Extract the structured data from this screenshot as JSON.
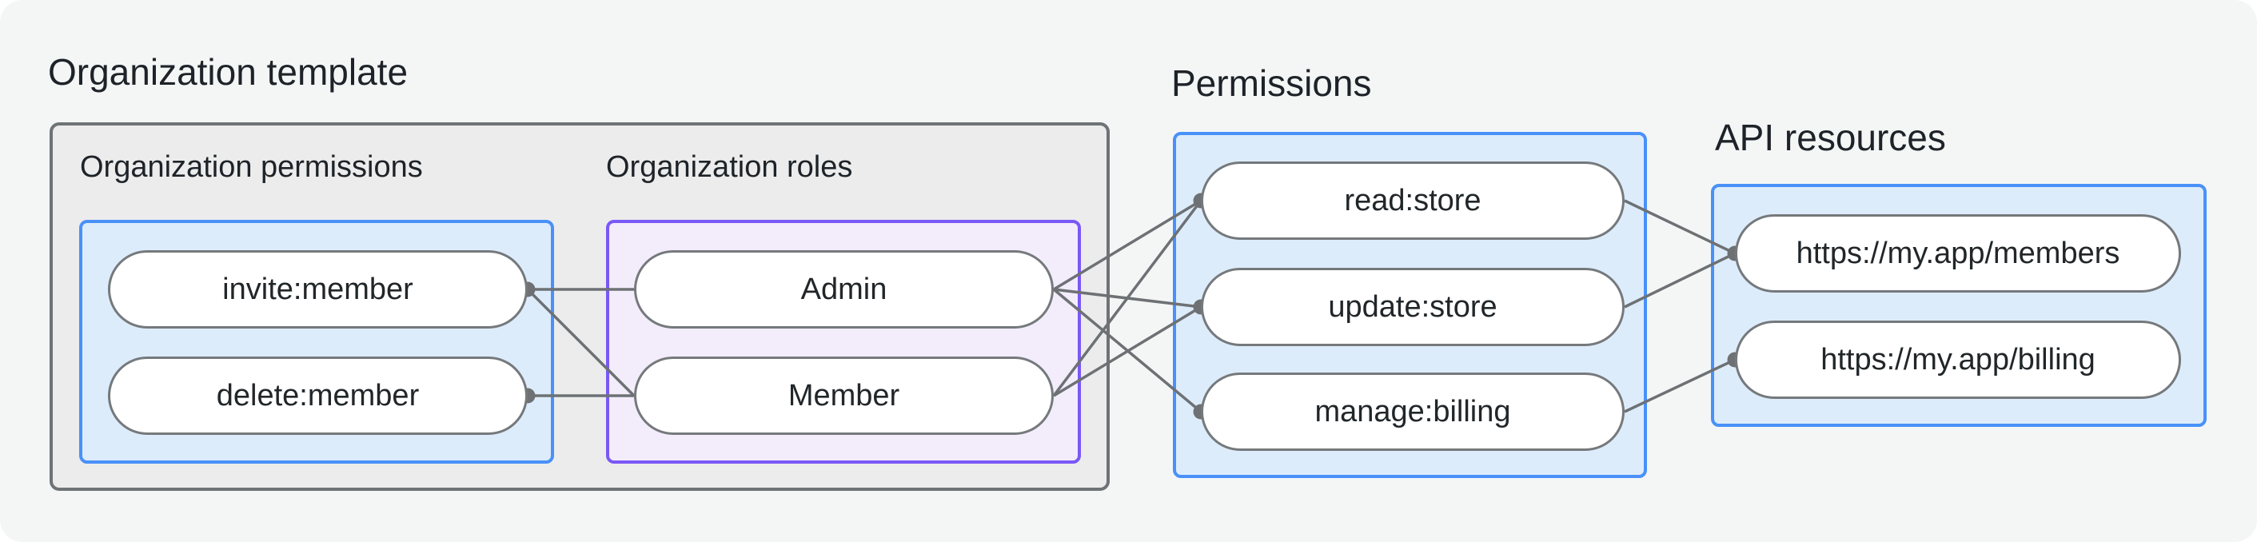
{
  "title": "Organization template",
  "sections": {
    "organization_template": {
      "heading_permissions": "Organization permissions",
      "heading_roles": "Organization roles"
    },
    "permissions_heading": "Permissions",
    "api_resources_heading": "API resources"
  },
  "nodes": {
    "invite_member": {
      "label": "invite:member"
    },
    "delete_member": {
      "label": "delete:member"
    },
    "admin": {
      "label": "Admin"
    },
    "member": {
      "label": "Member"
    },
    "read_store": {
      "label": "read:store"
    },
    "update_store": {
      "label": "update:store"
    },
    "manage_billing": {
      "label": "manage:billing"
    },
    "api_members": {
      "label": "https://my.app/members"
    },
    "api_billing": {
      "label": "https://my.app/billing"
    }
  },
  "diagram": {
    "edges": [
      {
        "from": "invite_member",
        "from_side": "right",
        "to": "admin",
        "to_side": "left"
      },
      {
        "from": "invite_member",
        "from_side": "right",
        "to": "member",
        "to_side": "left"
      },
      {
        "from": "delete_member",
        "from_side": "right",
        "to": "member",
        "to_side": "left"
      },
      {
        "from": "admin",
        "from_side": "right",
        "to": "read_store",
        "to_side": "left"
      },
      {
        "from": "admin",
        "from_side": "right",
        "to": "update_store",
        "to_side": "left"
      },
      {
        "from": "admin",
        "from_side": "right",
        "to": "manage_billing",
        "to_side": "left"
      },
      {
        "from": "member",
        "from_side": "right",
        "to": "read_store",
        "to_side": "left"
      },
      {
        "from": "member",
        "from_side": "right",
        "to": "update_store",
        "to_side": "left"
      },
      {
        "from": "read_store",
        "from_side": "right",
        "to": "api_members",
        "to_side": "left"
      },
      {
        "from": "update_store",
        "from_side": "right",
        "to": "api_members",
        "to_side": "left"
      },
      {
        "from": "manage_billing",
        "from_side": "right",
        "to": "api_billing",
        "to_side": "left"
      }
    ],
    "junction_dots": [
      {
        "node": "invite_member",
        "side": "right"
      },
      {
        "node": "delete_member",
        "side": "right"
      },
      {
        "node": "read_store",
        "side": "left"
      },
      {
        "node": "update_store",
        "side": "left"
      },
      {
        "node": "manage_billing",
        "side": "left"
      },
      {
        "node": "api_members",
        "side": "left"
      },
      {
        "node": "api_billing",
        "side": "left"
      }
    ]
  },
  "colors": {
    "page_background": "#f4f6f6",
    "template_box_fill": "#ececec",
    "template_box_border": "#6e7376",
    "blue_box_fill": "#ddecfb",
    "blue_box_border": "#4991f8",
    "purple_box_fill": "#f2ecfb",
    "purple_box_border": "#7a58f6",
    "node_fill": "#ffffff",
    "node_border": "#75797c",
    "edge": "#6d7174",
    "text": "#1d2328"
  }
}
